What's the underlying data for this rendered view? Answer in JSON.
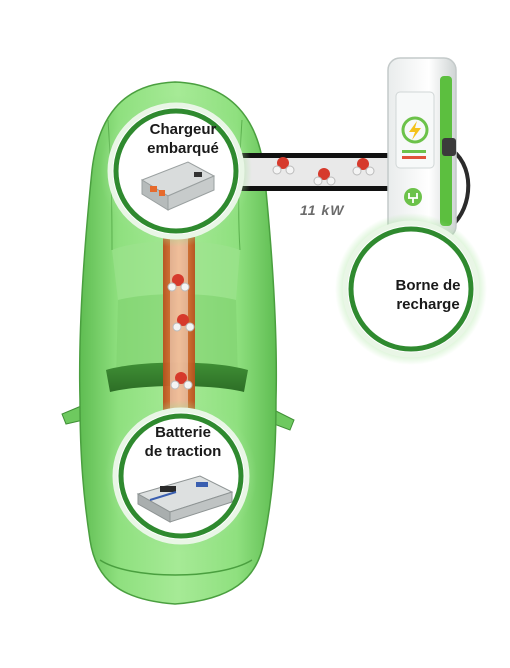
{
  "nodes": {
    "charger": {
      "line1": "Chargeur",
      "line2": "embarqué"
    },
    "battery": {
      "line1": "Batterie",
      "line2": "de traction"
    },
    "station": {
      "line1": "Borne de",
      "line2": "recharge"
    }
  },
  "link": {
    "power": "11 kW"
  },
  "colors": {
    "car_body": "#7fd66f",
    "car_dark": "#4fa843",
    "ring_green": "#3a9a3a",
    "orange_cable": "#d9692a",
    "station_green": "#5cbf3f"
  }
}
